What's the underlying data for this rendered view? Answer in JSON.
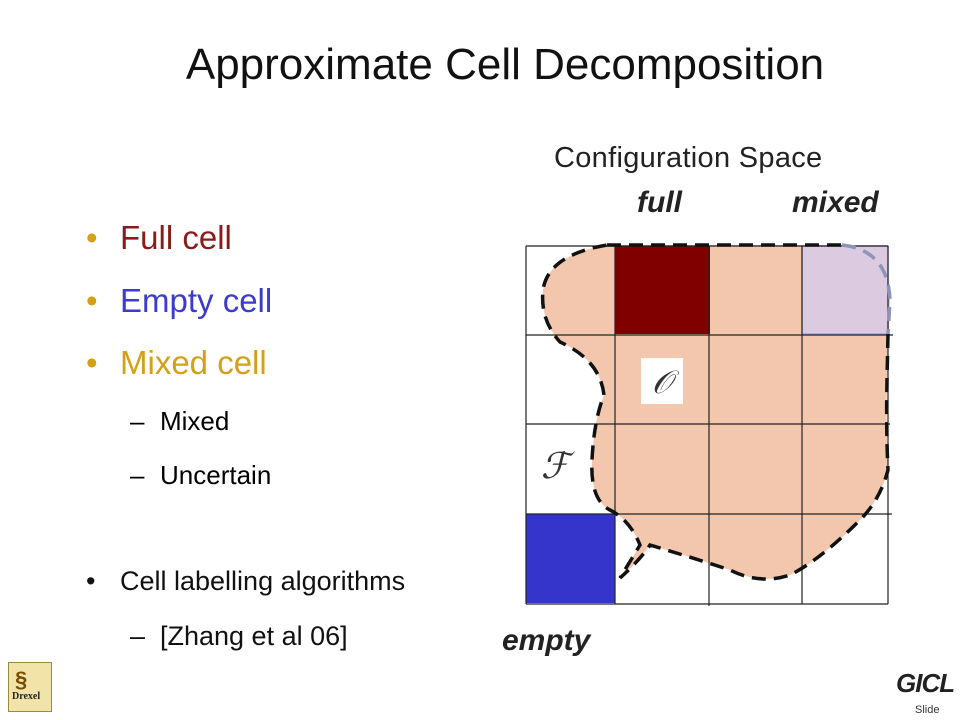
{
  "slide": {
    "title": "Approximate Cell Decomposition",
    "config_space_label": "Configuration Space",
    "tags": {
      "full": "full",
      "mixed": "mixed",
      "empty": "empty"
    },
    "bullets": [
      {
        "bullet": "•",
        "text": "Full cell",
        "color": "#8b1a1a"
      },
      {
        "bullet": "•",
        "text": "Empty cell",
        "color": "#3b3bcf"
      },
      {
        "bullet": "•",
        "text": "Mixed cell",
        "color": "#d4a017"
      }
    ],
    "sub_bullets": [
      {
        "bullet": "–",
        "text": "Mixed"
      },
      {
        "bullet": "–",
        "text": "Uncertain"
      }
    ],
    "bullet2": {
      "bullet": "•",
      "text": "Cell labelling algorithms"
    },
    "sub_bullet2": {
      "bullet": "–",
      "text": "[Zhang et al 06]"
    },
    "symbols": {
      "obstacle": "𝒪",
      "free": "ℱ"
    },
    "footer": {
      "logo_left_name": "Drexel",
      "logo_right_name": "GICL",
      "slide_word": "Slide"
    },
    "colors": {
      "full_cell": "#800000",
      "empty_cell": "#3535cc",
      "mixed_cell": "#dccbe0",
      "obstacle_fill": "#f2c7ad",
      "grid_line": "#222222"
    }
  }
}
